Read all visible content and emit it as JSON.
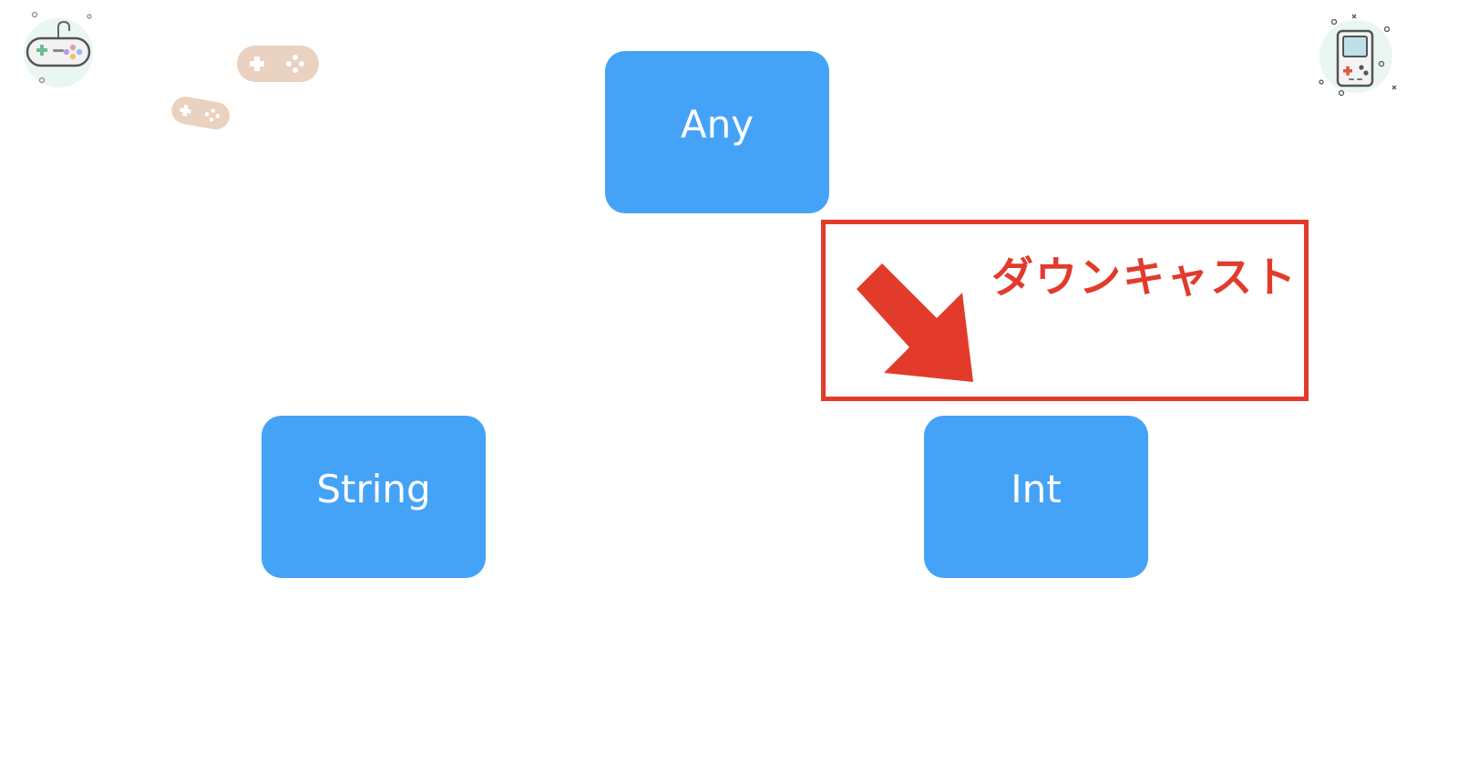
{
  "diagram": {
    "nodes": {
      "top": {
        "label": "Any"
      },
      "left": {
        "label": "String"
      },
      "right": {
        "label": "Int"
      }
    },
    "callout": {
      "label": "ダウンキャスト"
    }
  },
  "colors": {
    "box_fill": "#45a3f7",
    "box_text": "#ffffff",
    "accent_red": "#e23b2c",
    "beige": "#e8cdb8"
  },
  "decorations": {
    "icons": [
      "game-controller-icon",
      "gamepad-icon",
      "gamepad-icon",
      "handheld-console-icon"
    ]
  }
}
